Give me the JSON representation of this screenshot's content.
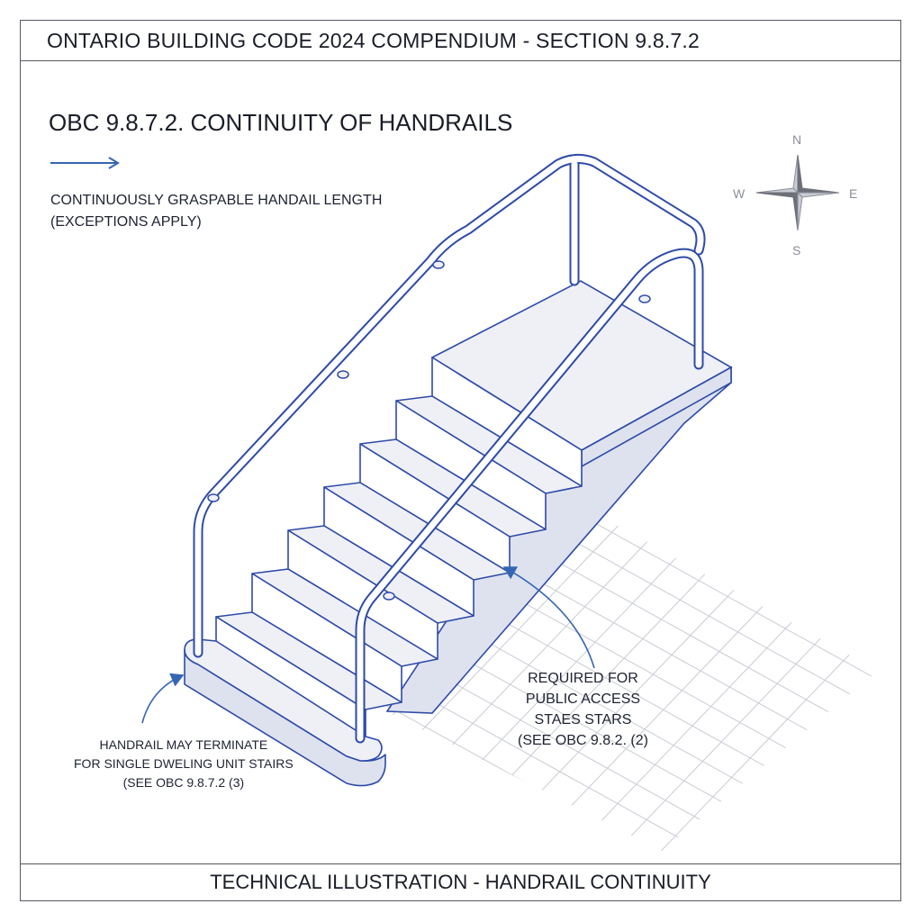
{
  "header": {
    "title": "ONTARIO BUILDING CODE 2024 COMPENDIUM - SECTION 9.8.7.2"
  },
  "section": {
    "title": "OBC 9.8.7.2. CONTINUITY OF HANDRAILS"
  },
  "notes": {
    "length_line1": "CONTINUOUSLY GRASPABLE HANDAIL LENGTH",
    "length_line2": "(EXCEPTIONS APPLY)",
    "terminate_line1": "HANDRAIL MAY TERMINATE",
    "terminate_line2": "FOR SINGLE DWELING UNIT STAIRS",
    "terminate_line3": "(SEE OBC 9.8.7.2 (3)",
    "required_line1": "REQUIRED FOR",
    "required_line2": "PUBLIC ACCESS",
    "required_line3": "STAES STARS",
    "required_line4": "(SEE OBC 9.8.2. (2)"
  },
  "compass": {
    "north": "N",
    "south": "S",
    "east": "E",
    "west": "W"
  },
  "footer": {
    "title": "TECHNICAL ILLUSTRATION - HANDRAIL CONTINUITY"
  },
  "colors": {
    "line": "#2e4aa8",
    "accent_blue": "#3566b3",
    "fill_light": "#eef0f6",
    "fill_shade": "#dde2ee",
    "frame": "#55585e",
    "grid": "#c9ccd4"
  },
  "icons": {
    "compass": "compass-rose-icon",
    "arrow": "arrow-right-icon"
  }
}
